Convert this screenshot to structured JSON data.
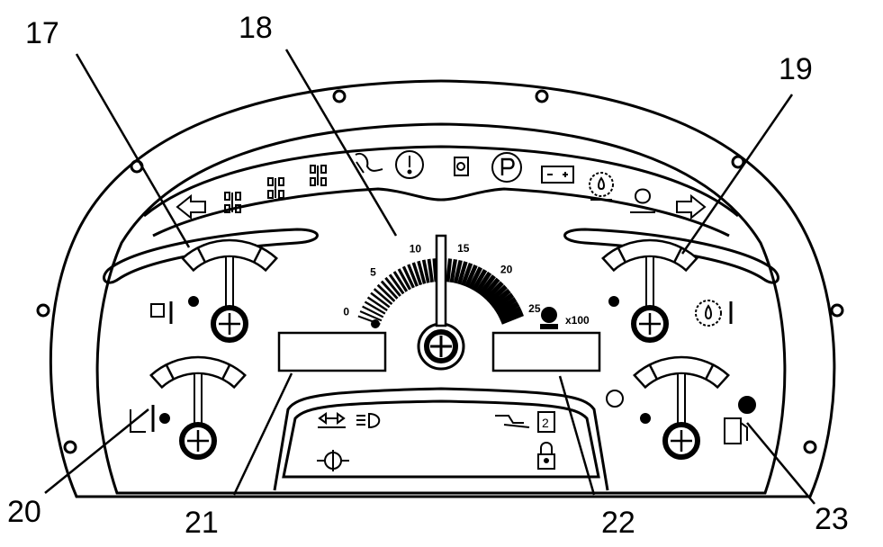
{
  "callouts": [
    {
      "id": "17",
      "label": "17"
    },
    {
      "id": "18",
      "label": "18"
    },
    {
      "id": "19",
      "label": "19"
    },
    {
      "id": "20",
      "label": "20"
    },
    {
      "id": "21",
      "label": "21"
    },
    {
      "id": "22",
      "label": "22"
    },
    {
      "id": "23",
      "label": "23"
    }
  ],
  "tachometer": {
    "tick_labels": [
      "0",
      "5",
      "10",
      "15",
      "20",
      "25"
    ],
    "multiplier": "x100"
  },
  "indicators": [
    "left-turn-arrow",
    "four-wheel-drive-icon",
    "two-wheel-drive-icon",
    "steering-mode-icon",
    "glow-plug-icon",
    "warning-icon",
    "engine-oil-pressure-icon",
    "parking-brake-icon",
    "battery-icon",
    "transmission-oil-icon",
    "hydraulic-filter-icon",
    "right-turn-arrow"
  ],
  "colors": {
    "ink": "#000000",
    "background": "#ffffff"
  }
}
